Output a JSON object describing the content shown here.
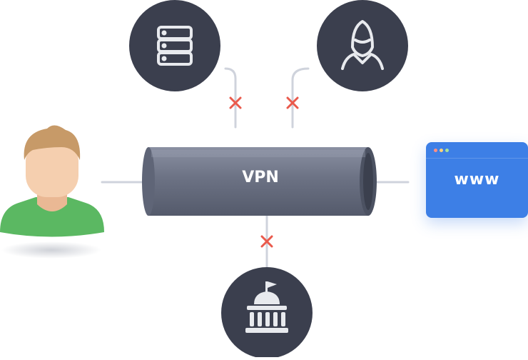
{
  "nodes": {
    "user": {
      "icon": "user-icon"
    },
    "database": {
      "icon": "database-icon"
    },
    "hacker": {
      "icon": "hacker-icon"
    },
    "government": {
      "icon": "government-icon"
    },
    "website": {
      "icon": "browser-window-icon",
      "label": "www"
    }
  },
  "tunnel": {
    "label": "VPN"
  },
  "blocked_marks": [
    {
      "target": "database",
      "icon": "blocked-x-icon"
    },
    {
      "target": "hacker",
      "icon": "blocked-x-icon"
    },
    {
      "target": "government",
      "icon": "blocked-x-icon"
    }
  ],
  "colors": {
    "node_circle": "#3b3f4e",
    "node_icon": "#e8eaee",
    "tunnel": "#6e7486",
    "connector": "#cfd3dc",
    "blocked": "#ea5a4c",
    "browser": "#3d7fe6",
    "user_shirt": "#5bb862",
    "user_skin": "#f5cfaf",
    "user_hair": "#c79a68"
  }
}
